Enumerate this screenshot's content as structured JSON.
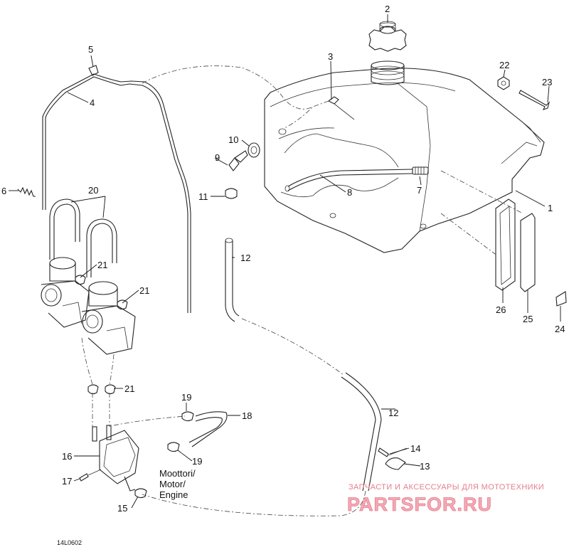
{
  "diagram": {
    "callouts": [
      {
        "id": "c1",
        "label": "1"
      },
      {
        "id": "c2",
        "label": "2"
      },
      {
        "id": "c3",
        "label": "3"
      },
      {
        "id": "c4",
        "label": "4"
      },
      {
        "id": "c5",
        "label": "5"
      },
      {
        "id": "c6",
        "label": "6"
      },
      {
        "id": "c7",
        "label": "7"
      },
      {
        "id": "c8",
        "label": "8"
      },
      {
        "id": "c9",
        "label": "9"
      },
      {
        "id": "c10",
        "label": "10"
      },
      {
        "id": "c11",
        "label": "11"
      },
      {
        "id": "c12a",
        "label": "12"
      },
      {
        "id": "c12b",
        "label": "12"
      },
      {
        "id": "c13",
        "label": "13"
      },
      {
        "id": "c14",
        "label": "14"
      },
      {
        "id": "c15",
        "label": "15"
      },
      {
        "id": "c16",
        "label": "16"
      },
      {
        "id": "c17",
        "label": "17"
      },
      {
        "id": "c18",
        "label": "18"
      },
      {
        "id": "c19a",
        "label": "19"
      },
      {
        "id": "c19b",
        "label": "19"
      },
      {
        "id": "c20",
        "label": "20"
      },
      {
        "id": "c21a",
        "label": "21"
      },
      {
        "id": "c21b",
        "label": "21"
      },
      {
        "id": "c21c",
        "label": "21"
      },
      {
        "id": "c22",
        "label": "22"
      },
      {
        "id": "c23",
        "label": "23"
      },
      {
        "id": "c24",
        "label": "24"
      },
      {
        "id": "c25",
        "label": "25"
      },
      {
        "id": "c26",
        "label": "26"
      }
    ],
    "engine_label": [
      "Moottori/",
      "Motor/",
      "Engine"
    ],
    "reference_code": "14L0602"
  },
  "watermark": {
    "tagline": "ЗАПЧАСТИ И АКСЕССУАРЫ ДЛЯ МОТОТЕХНИКИ",
    "logo_text": "PARTSFOR.RU"
  }
}
